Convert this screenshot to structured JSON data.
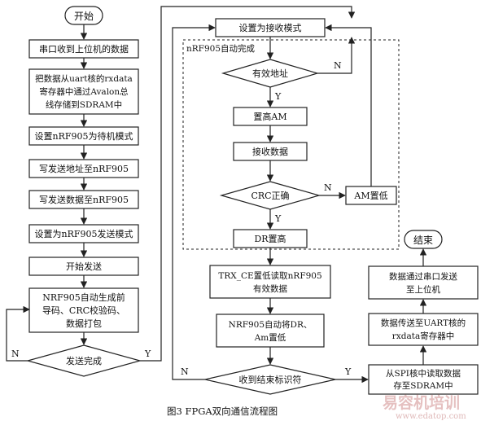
{
  "nodes": {
    "start": "开始",
    "serial_receive": "串口收到上位机的数据",
    "store_sdram": [
      "把数据从uart核的rxdata",
      "寄存器中通过Avalon总",
      "线存储到SDRAM中"
    ],
    "standby": "设置nRF905为待机模式",
    "write_addr": "写发送地址至nRF905",
    "write_data": "写发送数据至nRF905",
    "send_mode": "设置为nRF905发送模式",
    "start_send": "开始发送",
    "auto_packet": [
      "NRF905自动生成前",
      "导码、CRC校验码、",
      "数据打包"
    ],
    "send_done": "发送完成",
    "recv_mode": "设置为接收模式",
    "auto_group": "nRF905自动完成",
    "valid_addr": "有效地址",
    "am_high": "置高AM",
    "recv_data": "接收数据",
    "crc_ok": "CRC正确",
    "am_low": "AM置低",
    "dr_high": "DR置高",
    "trx_read": [
      "TRX_CE置低读取nRF905",
      "有效数据"
    ],
    "auto_clear": [
      "NRF905自动将DR、",
      "Am置低"
    ],
    "end_flag": "收到结束标识符",
    "spi_read": [
      "从SPI核中读取数据",
      "存至SDRAM中"
    ],
    "to_uart": [
      "数据传送至UART核的",
      "rxdata寄存器中"
    ],
    "serial_send": [
      "数据通过串口发送",
      "至上位机"
    ],
    "end": "结束"
  },
  "labels": {
    "yes": "Y",
    "no": "N"
  },
  "caption": "图3   FPGA双向通信流程图",
  "watermark": "易容机培训",
  "watermark_url": "www.edatop.com",
  "colors": {
    "line": "#222222",
    "watermark": "#d9a8a8"
  }
}
